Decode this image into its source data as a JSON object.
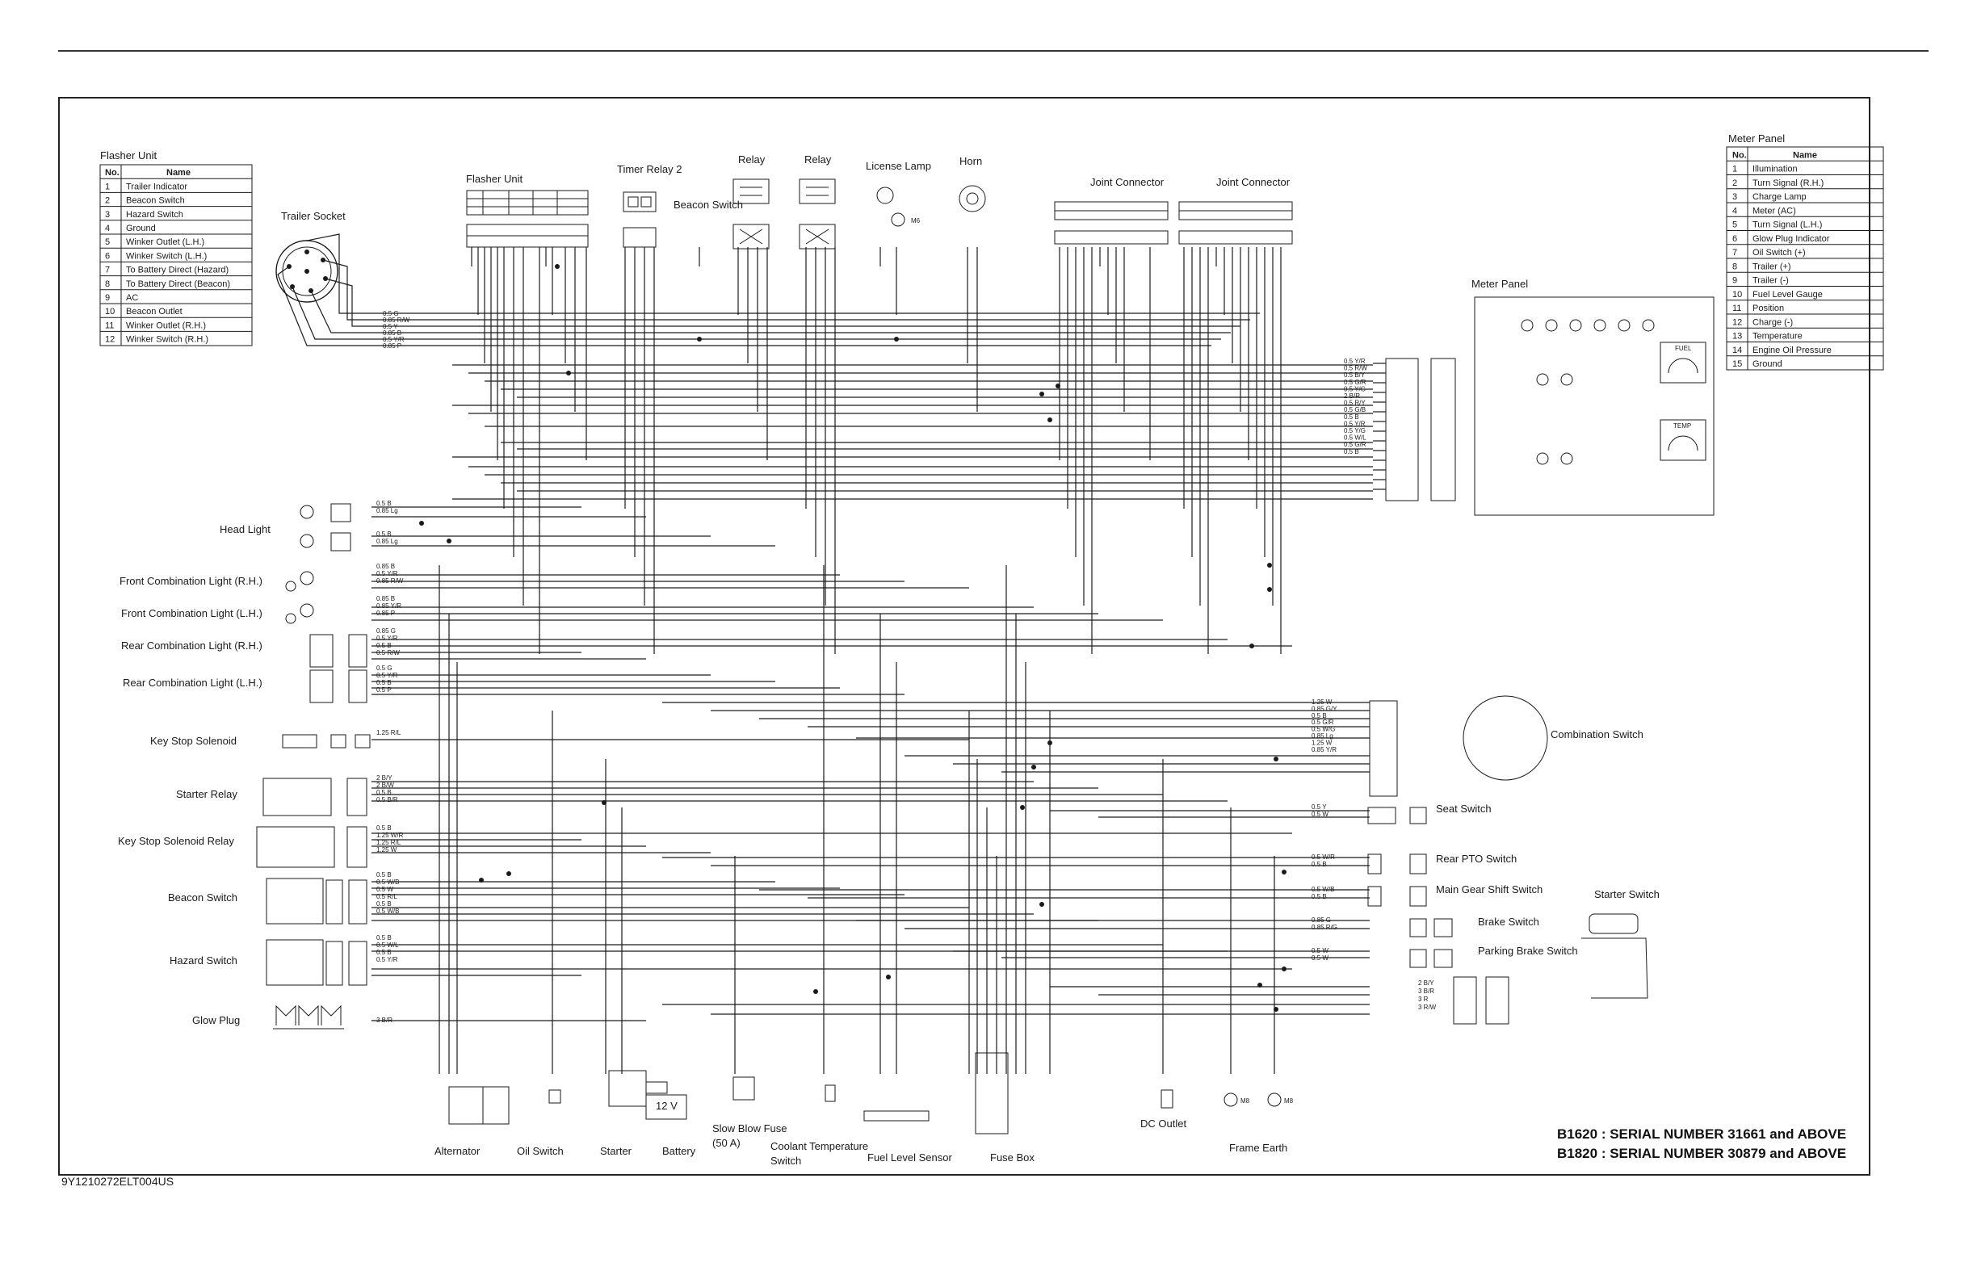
{
  "doc_id": "9Y1210272ELT004US",
  "serials": [
    "B1620 : SERIAL NUMBER 31661 and ABOVE",
    "B1820 : SERIAL NUMBER 30879 and ABOVE"
  ],
  "flasher_table": {
    "title": "Flasher Unit",
    "headers": [
      "No.",
      "Name"
    ],
    "rows": [
      [
        "1",
        "Trailer Indicator"
      ],
      [
        "2",
        "Beacon Switch"
      ],
      [
        "3",
        "Hazard Switch"
      ],
      [
        "4",
        "Ground"
      ],
      [
        "5",
        "Winker Outlet (L.H.)"
      ],
      [
        "6",
        "Winker Switch (L.H.)"
      ],
      [
        "7",
        "To Battery Direct (Hazard)"
      ],
      [
        "8",
        "To Battery Direct (Beacon)"
      ],
      [
        "9",
        "AC"
      ],
      [
        "10",
        "Beacon Outlet"
      ],
      [
        "11",
        "Winker Outlet (R.H.)"
      ],
      [
        "12",
        "Winker Switch (R.H.)"
      ]
    ]
  },
  "meter_table": {
    "title": "Meter Panel",
    "headers": [
      "No.",
      "Name"
    ],
    "rows": [
      [
        "1",
        "Illumination"
      ],
      [
        "2",
        "Turn Signal (R.H.)"
      ],
      [
        "3",
        "Charge Lamp"
      ],
      [
        "4",
        "Meter (AC)"
      ],
      [
        "5",
        "Turn Signal (L.H.)"
      ],
      [
        "6",
        "Glow Plug Indicator"
      ],
      [
        "7",
        "Oil Switch (+)"
      ],
      [
        "8",
        "Trailer (+)"
      ],
      [
        "9",
        "Trailer (-)"
      ],
      [
        "10",
        "Fuel Level Gauge"
      ],
      [
        "11",
        "Position"
      ],
      [
        "12",
        "Charge (-)"
      ],
      [
        "13",
        "Temperature"
      ],
      [
        "14",
        "Engine Oil Pressure"
      ],
      [
        "15",
        "Ground"
      ]
    ]
  },
  "components": {
    "trailer_socket": "Trailer Socket",
    "flasher_unit": "Flasher Unit",
    "timer_relay": "Timer Relay 2",
    "beacon_switch_top": "Beacon Switch",
    "relay_1": "Relay",
    "relay_2": "Relay",
    "license_lamp": "License Lamp",
    "horn": "Horn",
    "joint_connector_1": "Joint Connector",
    "joint_connector_2": "Joint Connector",
    "meter_panel": "Meter Panel",
    "head_light": "Head Light",
    "front_comb_rh": "Front Combination Light (R.H.)",
    "front_comb_lh": "Front Combination Light (L.H.)",
    "rear_comb_rh": "Rear Combination Light (R.H.)",
    "rear_comb_lh": "Rear Combination Light (L.H.)",
    "key_stop_solenoid": "Key Stop Solenoid",
    "starter_relay": "Starter Relay",
    "key_stop_solenoid_relay": "Key Stop Solenoid Relay",
    "beacon_switch": "Beacon Switch",
    "hazard_switch": "Hazard Switch",
    "glow_plug": "Glow Plug",
    "combination_switch": "Combination Switch",
    "seat_switch": "Seat Switch",
    "rear_pto_switch": "Rear PTO Switch",
    "main_gear_shift_switch": "Main Gear Shift Switch",
    "starter_switch": "Starter Switch",
    "brake_switch": "Brake Switch",
    "parking_brake_switch": "Parking Brake Switch",
    "alternator": "Alternator",
    "oil_switch": "Oil Switch",
    "starter": "Starter",
    "battery": "Battery",
    "battery_voltage": "12 V",
    "slow_blow_fuse_1": "Slow Blow Fuse",
    "slow_blow_fuse_2": "(50 A)",
    "coolant_temp_1": "Coolant Temperature",
    "coolant_temp_2": "Switch",
    "fuel_level_sensor": "Fuel Level Sensor",
    "fuse_box": "Fuse Box",
    "dc_outlet": "DC Outlet",
    "frame_earth": "Frame Earth",
    "m6_label": "M6",
    "m8_label": "M8",
    "fuel_gauge": "FUEL",
    "temp_gauge": "TEMP"
  },
  "wire_labels": {
    "trailer": [
      "0.5 G",
      "0.85 R/W",
      "0.5 Y",
      "0.85 B",
      "0.5 Y/R",
      "0.85 P"
    ],
    "head_light_1": [
      "0.5 B",
      "0.85 Lg"
    ],
    "head_light_2": [
      "0.5 B",
      "0.85 Lg"
    ],
    "front_rh": [
      "0.85 B",
      "0.5 Y/R",
      "0.85 R/W"
    ],
    "front_lh": [
      "0.85 B",
      "0.85 Y/R",
      "0.85 P"
    ],
    "rear_rh": [
      "0.85 G",
      "0.5 Y/R",
      "0.5 B",
      "0.5 R/W"
    ],
    "rear_lh": [
      "0.5 G",
      "0.5 Y/R",
      "0.5 B",
      "0.5 P"
    ],
    "key_stop": [
      "1.25 R/L"
    ],
    "starter_relay": [
      "2 B/Y",
      "2 B/W",
      "0.5 B",
      "0.5 B/R"
    ],
    "key_stop_relay": [
      "0.5 B",
      "1.25 W/R",
      "1.25 R/L",
      "1.25 W"
    ],
    "beacon_sw": [
      "0.5 B",
      "0.5 W/B",
      "0.5 W",
      "0.5 R/L",
      "0.5 B",
      "0.5 W/B"
    ],
    "hazard_sw": [
      "0.5 B",
      "0.5 W/L",
      "0.5 B",
      "0.5 Y/R"
    ],
    "glow": [
      "3 B/R"
    ],
    "meter_left": [
      "0.5 Y/R",
      "0.5 R/W",
      "0.5 B/Y",
      "0.5 G/R",
      "0.5 Y/G",
      "2 B/R",
      "0.5 R/Y",
      "0.5 G/B",
      "0.5 B",
      "0.5 Y/R",
      "0.5 Y/G",
      "0.5 W/L",
      "0.5 G/R",
      "0.5 B"
    ],
    "combination": [
      "1.25 W",
      "0.85 G/Y",
      "0.5 B",
      "0.5 G/R",
      "0.5 W/G",
      "0.85 Lg",
      "1.25 W",
      "0.85 Y/R"
    ],
    "seat": [
      "0.5 Y",
      "0.5 W"
    ],
    "rear_pto": [
      "0.5 W/R",
      "0.5 B"
    ],
    "main_gear": [
      "0.5 W/B",
      "0.5 B"
    ],
    "brake": [
      "0.85 G",
      "0.85 R/G"
    ],
    "parking": [
      "0.5 W",
      "0.5 W"
    ],
    "starter_sw": [
      "2 B/Y",
      "3 B/R",
      "3 R",
      "3 R/W"
    ]
  }
}
